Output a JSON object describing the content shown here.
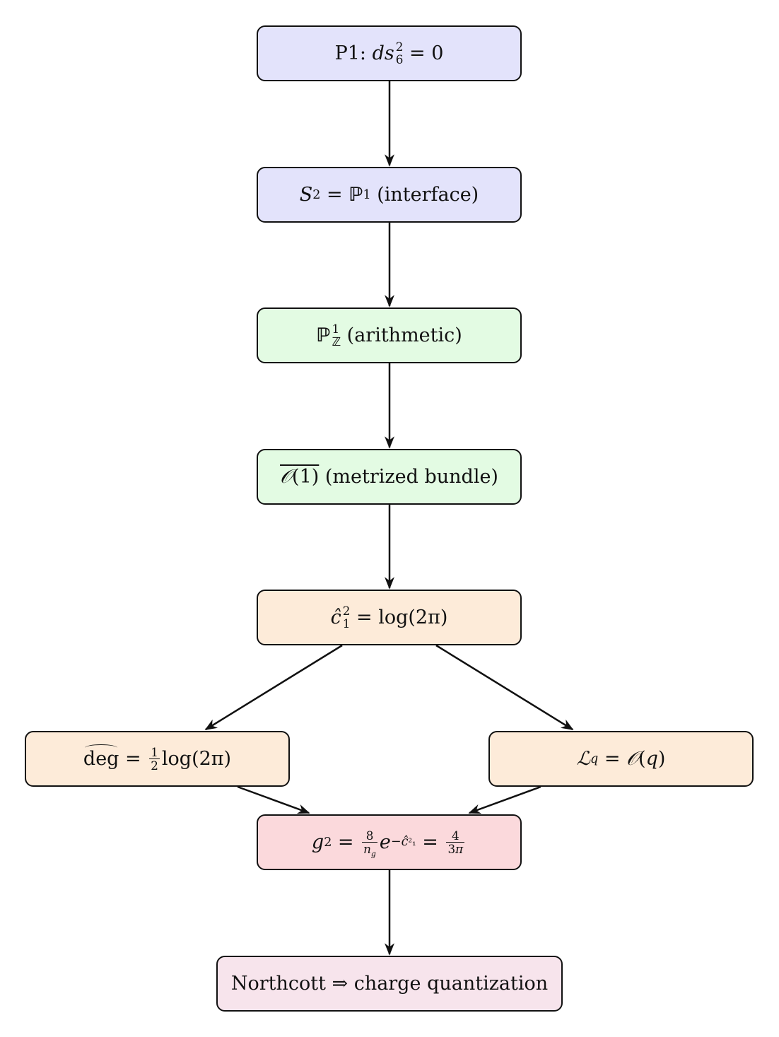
{
  "nodes": {
    "p1": {
      "prefix": "P1:",
      "rhs": "= 0",
      "color": "#e3e3fb"
    },
    "interface": {
      "label": "(interface)",
      "color": "#e3e3fb"
    },
    "arithmetic": {
      "label": "(arithmetic)",
      "color": "#e3fbe3"
    },
    "metrized": {
      "label": "(metrized bundle)",
      "color": "#e3fbe3"
    },
    "chat": {
      "rhs": "= log(2π)",
      "color": "#fdebd9"
    },
    "deg": {
      "rhs": "log(2π)",
      "color": "#fdebd9"
    },
    "lq": {
      "color": "#fdebd9"
    },
    "g2": {
      "color": "#fbd9dc"
    },
    "northcott": {
      "label": "Northcott ⇒ charge quantization",
      "color": "#f7e4ec"
    }
  },
  "edges": [
    [
      "p1",
      "interface"
    ],
    [
      "interface",
      "arithmetic"
    ],
    [
      "arithmetic",
      "metrized"
    ],
    [
      "metrized",
      "chat"
    ],
    [
      "chat",
      "deg"
    ],
    [
      "chat",
      "lq"
    ],
    [
      "deg",
      "g2"
    ],
    [
      "lq",
      "g2"
    ],
    [
      "g2",
      "northcott"
    ]
  ]
}
